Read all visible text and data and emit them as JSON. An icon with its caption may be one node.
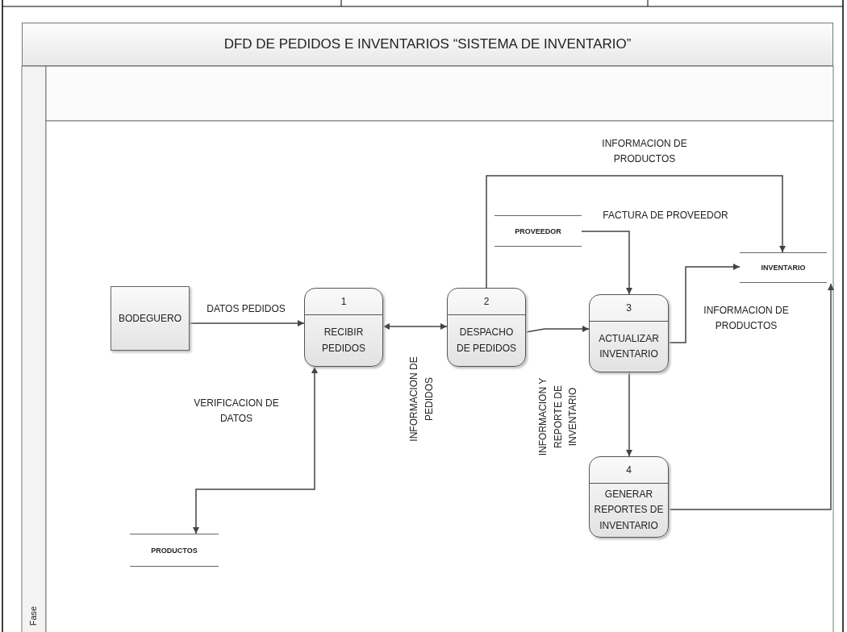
{
  "diagram": {
    "title": "DFD DE PEDIDOS E INVENTARIOS “SISTEMA DE INVENTARIO”",
    "nodes": [
      {
        "text": [
          "BODEGUERO"
        ]
      },
      {
        "text": [
          "1",
          "RECIBIR PEDIDOS"
        ]
      },
      {
        "text": [
          "2",
          "DESPACHO DE PEDIDOS"
        ]
      },
      {
        "text": [
          "3",
          "ACTUALIZAR INVENTARIO"
        ]
      },
      {
        "text": [
          "4",
          "GENERAR REPORTES DE INVENTARIO"
        ]
      },
      {
        "text": [
          "PROVEEDOR"
        ]
      },
      {
        "text": [
          "INVENTARIO"
        ]
      },
      {
        "text": [
          "PRODUCTOS"
        ]
      }
    ],
    "edges": [
      {
        "from": 0,
        "to": 1,
        "arrow": "to",
        "label": "DATOS PEDIDOS"
      },
      {
        "from": 1,
        "to": 2,
        "arrow": "both",
        "label": "INFORMACION DE PEDIDOS"
      },
      {
        "from": 2,
        "to": 3,
        "arrow": "to",
        "label": "INFORMACION Y REPORTE DE INVENTARIO"
      },
      {
        "from": 2,
        "to": 6,
        "arrow": "to",
        "label": "INFORMACION DE PRODUCTOS"
      },
      {
        "from": 5,
        "to": 3,
        "arrow": "to",
        "label": "FACTURA DE PROVEEDOR"
      },
      {
        "from": 3,
        "to": 6,
        "arrow": "to"
      },
      {
        "from": 3,
        "to": 4,
        "arrow": "to"
      },
      {
        "from": 4,
        "to": 6,
        "arrow": "to",
        "label": "INFORMACION DE PRODUCTOS"
      },
      {
        "from": 1,
        "to": 7,
        "arrow": "both",
        "label": "VERIFICACION DE DATOS"
      }
    ],
    "labels": [
      "Fase"
    ]
  }
}
